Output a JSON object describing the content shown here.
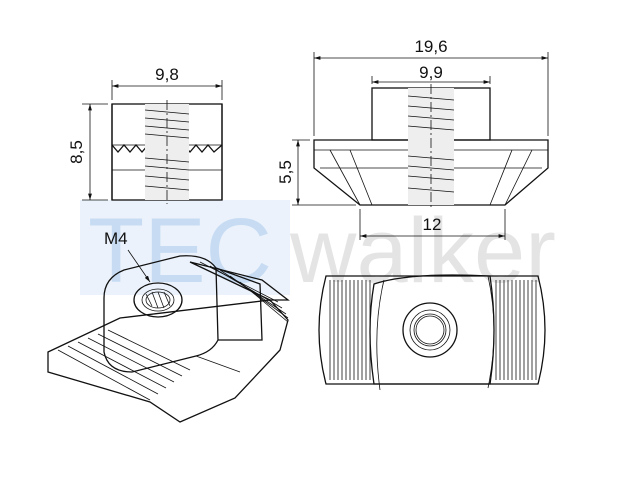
{
  "watermark": {
    "part1": "TEC",
    "part2": "walker",
    "color1": "#4a90d9",
    "color2": "#8a8a8a"
  },
  "dimensions": {
    "front_width": "9,8",
    "front_height": "8,5",
    "side_total_width": "19,6",
    "side_top_width": "9,9",
    "side_height": "5,5",
    "side_bottom_width": "12",
    "thread": "M4"
  },
  "colors": {
    "line": "#111111",
    "fill": "#ffffff"
  }
}
